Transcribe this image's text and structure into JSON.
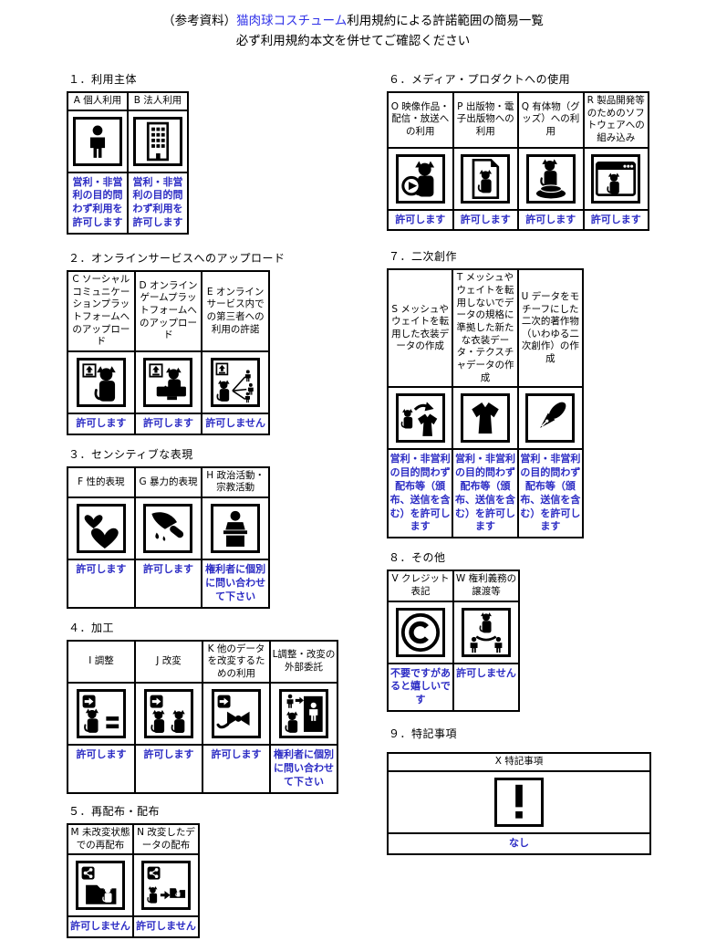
{
  "page": {
    "title_prefix": "（参考資料）",
    "title_link": "猫肉球コスチューム",
    "title_suffix": "利用規約による許諾範囲の簡易一覧",
    "subtitle": "必ず利用規約本文を併せてご確認ください"
  },
  "colors": {
    "status_text": "#2b2bc4",
    "link_text": "#3032e8",
    "ink": "#000000"
  },
  "sections": [
    {
      "heading": "１．利用主体",
      "items": [
        {
          "header": "A 個人利用",
          "icon": "individual-person-icon",
          "status": "営利・非営利の目的問わず利用を許可します"
        },
        {
          "header": "B 法人利用",
          "icon": "corporate-building-icon",
          "status": "営利・非営利の目的問わず利用を許可します"
        }
      ]
    },
    {
      "heading": "２．オンラインサービスへのアップロード",
      "items": [
        {
          "header": "C ソーシャルコミュニケーションプラットフォームへのアップロード",
          "icon": "upload-social-platform-icon",
          "status": "許可します"
        },
        {
          "header": "D オンラインゲームプラットフォームへのアップロード",
          "icon": "upload-game-platform-icon",
          "status": "許可します"
        },
        {
          "header": "E オンラインサービス内での第三者への利用の許諾",
          "icon": "third-party-share-icon",
          "status": "許可しません"
        }
      ]
    },
    {
      "heading": "３．センシティブな表現",
      "items": [
        {
          "header": "F 性的表現",
          "icon": "hearts-icon",
          "status": "許可します"
        },
        {
          "header": "G 暴力的表現",
          "icon": "knife-icon",
          "status": "許可します"
        },
        {
          "header": "H 政治活動・宗教活動",
          "icon": "podium-speaker-icon",
          "status": "権利者に個別に問い合わせて下さい"
        }
      ]
    },
    {
      "heading": "４．加工",
      "items": [
        {
          "header": "I 調整",
          "icon": "adjust-equal-icon",
          "status": "許可します"
        },
        {
          "header": "J 改変",
          "icon": "modify-cats-icon",
          "status": "許可します"
        },
        {
          "header": "K 他のデータを改変するための利用",
          "icon": "modify-other-data-icon",
          "status": "許可します"
        },
        {
          "header": "L調整・改変の外部委託",
          "icon": "outsource-icon",
          "status": "権利者に個別に問い合わせて下さい"
        }
      ]
    },
    {
      "heading": "５．再配布・配布",
      "items": [
        {
          "header": "M 未改変状態での再配布",
          "icon": "redistribute-folder-icon",
          "status": "許可しません"
        },
        {
          "header": "N 改変したデータの配布",
          "icon": "distribute-modified-icon",
          "status": "許可しません"
        }
      ]
    },
    {
      "heading": "６．メディア・プロダクトへの使用",
      "items": [
        {
          "header": "O 映像作品・配信・放送への利用",
          "icon": "video-play-icon",
          "status": "許可します"
        },
        {
          "header": "P 出版物・電子出版物への利用",
          "icon": "publication-page-icon",
          "status": "許可します"
        },
        {
          "header": "Q 有体物（グッズ）への利用",
          "icon": "goods-figure-icon",
          "status": "許可します"
        },
        {
          "header": "R 製品開発等のためのソフトウェアへの組み込み",
          "icon": "software-window-icon",
          "status": "許可します"
        }
      ]
    },
    {
      "heading": "７．二次創作",
      "items": [
        {
          "header": "S メッシュやウェイトを転用した衣装データの作成",
          "icon": "costume-derivative-icon",
          "status": "営利・非営利の目的問わず配布等（頒布、送信を含む）を許可します"
        },
        {
          "header": "T メッシュやウェイトを転用しないでデータの規格に準拠した新たな衣装データ・テクスチャデータの作成",
          "icon": "new-costume-icon",
          "status": "営利・非営利の目的問わず配布等（頒布、送信を含む）を許可します"
        },
        {
          "header": "U データをモチーフにした二次的著作物（いわゆる二次創作）の作成",
          "icon": "fanart-pen-icon",
          "status": "営利・非営利の目的問わず配布等（頒布、送信を含む）を許可します"
        }
      ]
    },
    {
      "heading": "８．その他",
      "items": [
        {
          "header": "V クレジット表記",
          "icon": "copyright-icon",
          "status": "不要ですがあると嬉しいです"
        },
        {
          "header": "W 権利義務の譲渡等",
          "icon": "rights-transfer-icon",
          "status": "許可しません"
        }
      ]
    },
    {
      "heading": "９．特記事項",
      "items": [
        {
          "header": "X 特記事項",
          "icon": "notes-exclamation-icon",
          "status": "なし"
        }
      ]
    }
  ]
}
